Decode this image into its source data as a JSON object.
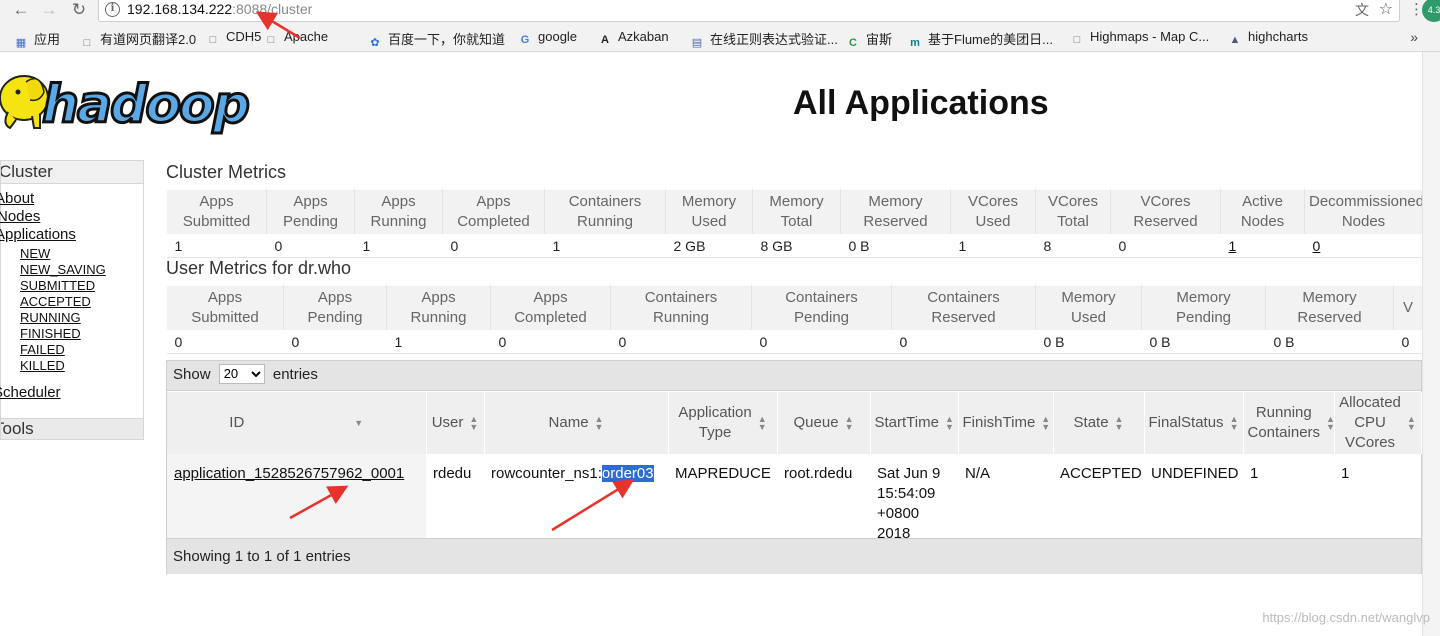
{
  "browser": {
    "url_host": "192.168.134.222",
    "url_rest": ":8088/cluster",
    "profile_badge": "4.3",
    "bookmarks": [
      {
        "label": "应用",
        "icon": "apps-grid-icon",
        "color": "#3a6cc8"
      },
      {
        "label": "有道网页翻译2.0",
        "icon": "page-icon",
        "color": "#777777"
      },
      {
        "label": "CDH5",
        "icon": "page-icon",
        "color": "#777777"
      },
      {
        "label": "Apache",
        "icon": "page-icon",
        "color": "#777777"
      },
      {
        "label": "百度一下，你就知道",
        "icon": "baidu-paw-icon",
        "color": "#2d6be0"
      },
      {
        "label": "google",
        "icon": "google-g-icon",
        "color": "#4a7de0"
      },
      {
        "label": "Azkaban",
        "icon": "azkaban-icon",
        "color": "#222222"
      },
      {
        "label": "在线正则表达式验证...",
        "icon": "regex-site-icon",
        "color": "#5566aa"
      },
      {
        "label": "宙斯",
        "icon": "zeus-icon",
        "color": "#2a9a48"
      },
      {
        "label": "基于Flume的美团日...",
        "icon": "m-site-icon",
        "color": "#117a9c"
      },
      {
        "label": "Highmaps - Map C...",
        "icon": "page-icon",
        "color": "#777777"
      },
      {
        "label": "highcharts",
        "icon": "highcharts-icon",
        "color": "#4a5a7a"
      }
    ],
    "bookmarks_more": "»"
  },
  "page": {
    "title": "All Applications"
  },
  "sidebar": {
    "cluster_label": "Cluster",
    "links": [
      "About",
      "Nodes",
      "Applications"
    ],
    "app_states": [
      "NEW",
      "NEW_SAVING",
      "SUBMITTED",
      "ACCEPTED",
      "RUNNING",
      "FINISHED",
      "FAILED",
      "KILLED"
    ],
    "scheduler_label": "Scheduler",
    "tools_label": "Tools"
  },
  "cluster_metrics": {
    "title": "Cluster Metrics",
    "headers": [
      [
        "Apps",
        "Submitted"
      ],
      [
        "Apps",
        "Pending"
      ],
      [
        "Apps",
        "Running"
      ],
      [
        "Apps",
        "Completed"
      ],
      [
        "Containers",
        "Running"
      ],
      [
        "Memory",
        "Used"
      ],
      [
        "Memory",
        "Total"
      ],
      [
        "Memory",
        "Reserved"
      ],
      [
        "VCores",
        "Used"
      ],
      [
        "VCores",
        "Total"
      ],
      [
        "VCores",
        "Reserved"
      ],
      [
        "Active",
        "Nodes"
      ],
      [
        "Decommissioned",
        "Nodes"
      ]
    ],
    "values": [
      "1",
      "0",
      "1",
      "0",
      "1",
      "2 GB",
      "8 GB",
      "0 B",
      "1",
      "8",
      "0",
      "1",
      "0"
    ]
  },
  "user_metrics": {
    "title": "User Metrics for dr.who",
    "headers": [
      [
        "Apps",
        "Submitted"
      ],
      [
        "Apps",
        "Pending"
      ],
      [
        "Apps",
        "Running"
      ],
      [
        "Apps",
        "Completed"
      ],
      [
        "Containers",
        "Running"
      ],
      [
        "Containers",
        "Pending"
      ],
      [
        "Containers",
        "Reserved"
      ],
      [
        "Memory",
        "Used"
      ],
      [
        "Memory",
        "Pending"
      ],
      [
        "Memory",
        "Reserved"
      ],
      [
        "V",
        ""
      ]
    ],
    "values": [
      "0",
      "0",
      "1",
      "0",
      "0",
      "0",
      "0",
      "0 B",
      "0 B",
      "0 B",
      "0"
    ]
  },
  "apps_table": {
    "show_label": "Show",
    "entries_label": "entries",
    "page_size": "20",
    "headers": [
      [
        "ID"
      ],
      [
        "User"
      ],
      [
        "Name"
      ],
      [
        "Application",
        "Type"
      ],
      [
        "Queue"
      ],
      [
        "StartTime"
      ],
      [
        "FinishTime"
      ],
      [
        "State"
      ],
      [
        "FinalStatus"
      ],
      [
        "Running",
        "Containers"
      ],
      [
        "Allocated",
        "CPU",
        "VCores"
      ]
    ],
    "row": {
      "id": "application_1528526757962_0001",
      "user": "rdedu",
      "name_prefix": "rowcounter_ns1:",
      "name_selected": "order03",
      "type": "MAPREDUCE",
      "queue": "root.rdedu",
      "start_time": [
        "Sat Jun 9",
        "15:54:09",
        "+0800",
        "2018"
      ],
      "finish_time": "N/A",
      "state": "ACCEPTED",
      "final_status": "UNDEFINED",
      "running_containers": "1",
      "allocated_vcores": "1"
    },
    "footer": "Showing 1 to 1 of 1 entries"
  },
  "watermark": "https://blog.csdn.net/wanglvp",
  "colors": {
    "annotation_arrow": "#e8322c",
    "selection": "#2d6bd8",
    "logo_blue": "#5aa8e6",
    "elephant_yellow": "#f5e312"
  }
}
